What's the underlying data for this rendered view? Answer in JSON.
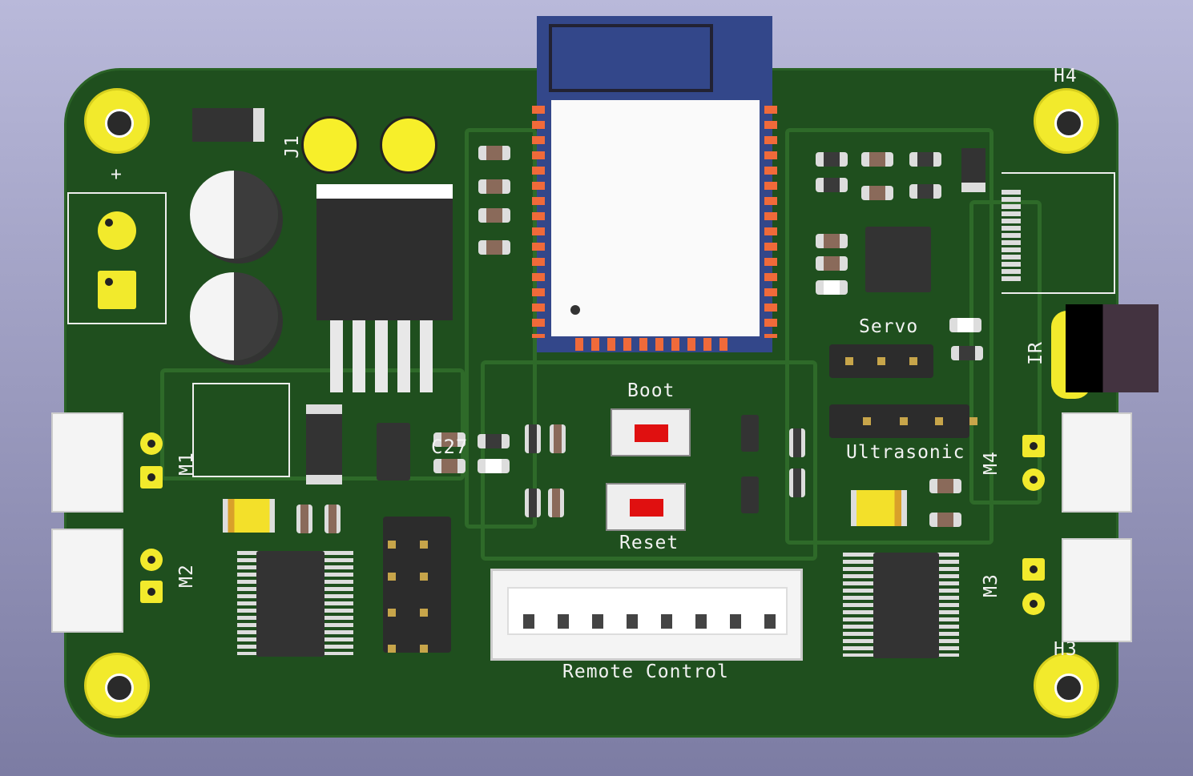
{
  "labels": {
    "h4": "H4",
    "h3": "H3",
    "j1": "J1",
    "plus": "+",
    "servo": "Servo",
    "ir": "IR",
    "ultrasonic": "Ultrasonic",
    "boot": "Boot",
    "reset": "Reset",
    "m1": "M1",
    "m2": "M2",
    "m3": "M3",
    "m4": "M4",
    "c27": "C27",
    "remote_control": "Remote Control"
  }
}
